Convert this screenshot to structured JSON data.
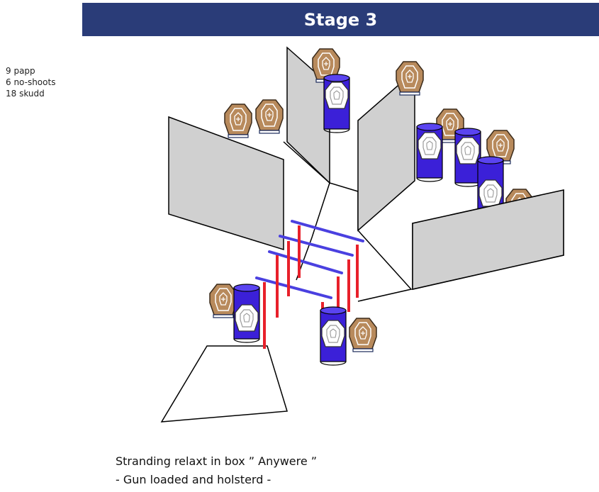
{
  "title": "Stage 3",
  "stats": {
    "targets": "9 papp",
    "no_shoots": "6 no-shoots",
    "rounds": "18 skudd"
  },
  "instructions": {
    "line1": "Stranding relaxt in box ” Anywere ”",
    "line2": "- Gun loaded and holsterd -"
  },
  "colors": {
    "header": "#2a3c78",
    "target": "#b88a5c",
    "barrel": "#3b20d8",
    "wall": "#d0d0d0",
    "fault_line": "#e8202a",
    "port_bar": "#4a40e0"
  }
}
